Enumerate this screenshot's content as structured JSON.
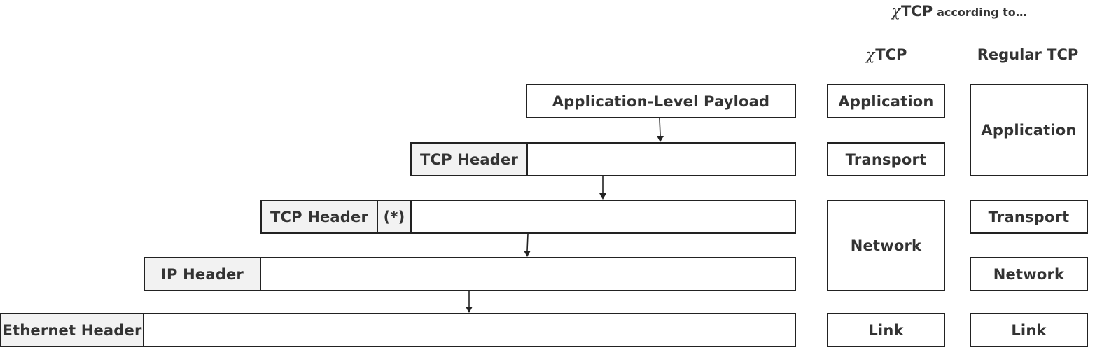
{
  "header": {
    "top_title_chi": "χ",
    "top_title_main": "TCP",
    "top_title_suffix": "according to…",
    "col_xtcp_chi": "χ",
    "col_xtcp_main": "TCP",
    "col_regular": "Regular TCP"
  },
  "encapsulation": {
    "payload": "Application-Level Payload",
    "tcp_header": "TCP Header",
    "tcp_header_outer": "TCP Header",
    "star": "(*)",
    "ip_header": "IP Header",
    "ethernet_header": "Ethernet Header"
  },
  "xtcp_layers": {
    "application": "Application",
    "transport": "Transport",
    "network": "Network",
    "link": "Link"
  },
  "regular_layers": {
    "application": "Application",
    "transport": "Transport",
    "network": "Network",
    "link": "Link"
  }
}
